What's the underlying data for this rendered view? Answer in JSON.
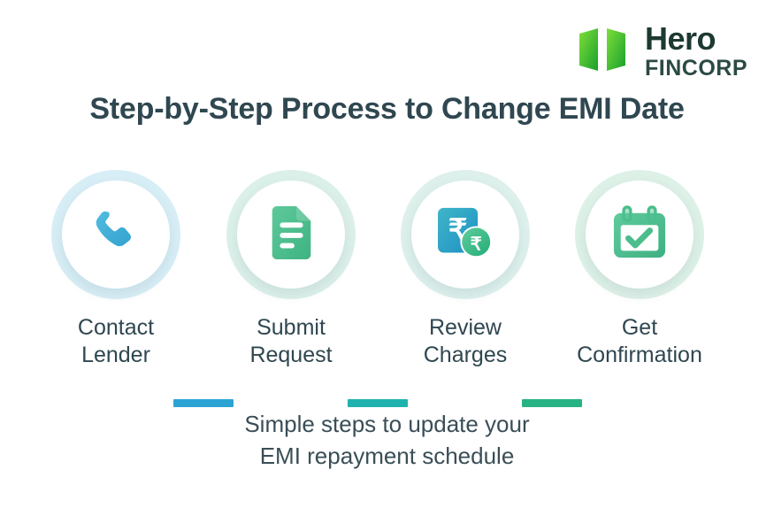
{
  "brand": {
    "logo_mark_name": "hero-fincorp-logo-mark",
    "name_line1": "Hero",
    "name_line2": "FINCORP",
    "mark_color_light": "#66d12a",
    "mark_color_dark": "#1f9d2b",
    "wordmark_color": "#1d3a32"
  },
  "header": {
    "title": "Step-by-Step Process to Change EMI Date"
  },
  "flow": {
    "steps": [
      {
        "icon": "phone-icon",
        "icon_color": "#45afd9",
        "ring_color": "#d8eef6",
        "label_line1": "Contact",
        "label_line2": "Lender"
      },
      {
        "icon": "document-icon",
        "icon_color": "#4dbd8c",
        "ring_color": "#dcf0ea",
        "label_line1": "Submit",
        "label_line2": "Request"
      },
      {
        "icon": "rupee-charges-icon",
        "icon_color": "#2ba7c9",
        "ring_color": "#ddf0ec",
        "label_line1": "Review",
        "label_line2": "Charges"
      },
      {
        "icon": "calendar-check-icon",
        "icon_color": "#4cbd8c",
        "ring_color": "#ddf1e7",
        "label_line1": "Get",
        "label_line2": "Confirmation"
      }
    ],
    "connectors": [
      {
        "name": "connector-1",
        "color": "#2ba4d4"
      },
      {
        "name": "connector-2",
        "color": "#1fb2ae"
      },
      {
        "name": "connector-3",
        "color": "#27b383"
      }
    ]
  },
  "footer": {
    "line1": "Simple steps to update your",
    "line2": "EMI repayment schedule"
  },
  "theme": {
    "background": "#ffffff",
    "text_color": "#2f4750"
  }
}
